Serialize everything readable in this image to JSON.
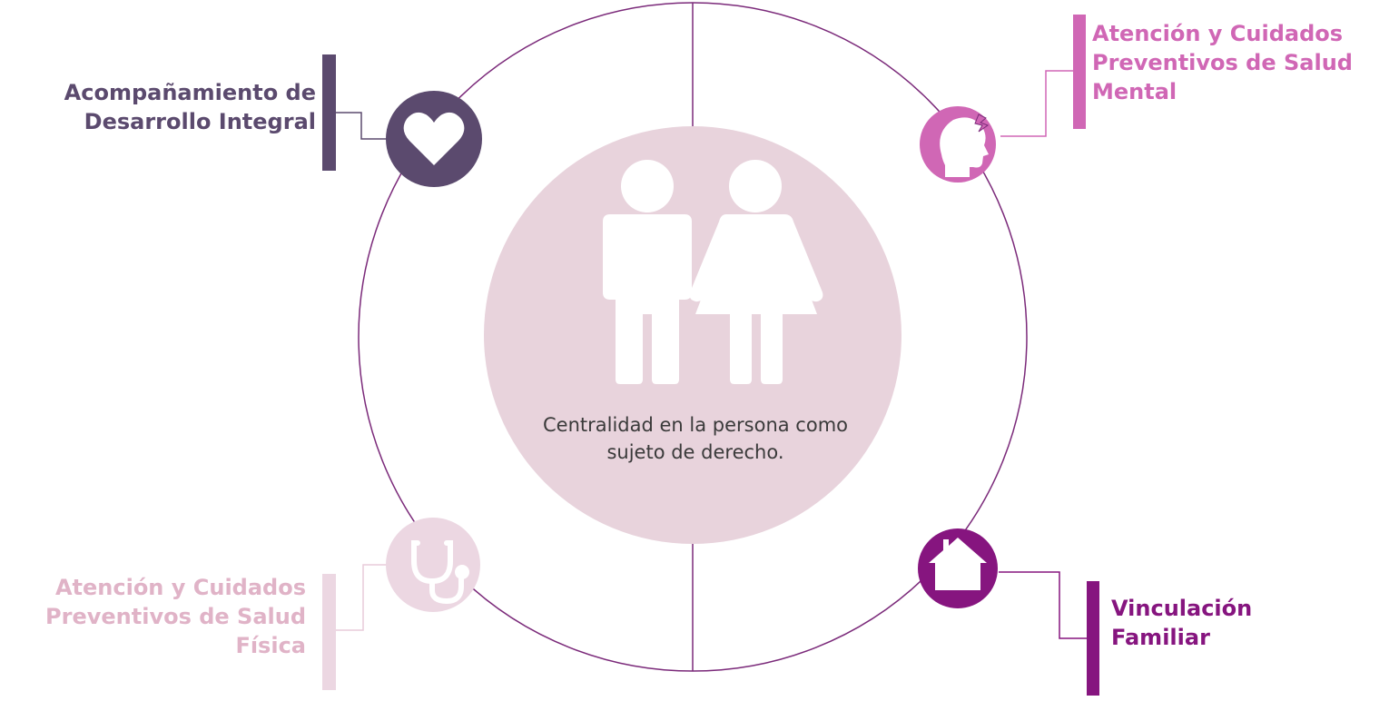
{
  "center": {
    "text": "Centralidad en la persona como sujeto de derecho."
  },
  "nodes": [
    {
      "id": "desarrollo-integral",
      "label": "Acompañamiento de\nDesarrollo Integral",
      "color": "#5b4a6e",
      "icon": "heart-icon"
    },
    {
      "id": "salud-mental",
      "label": "Atención y Cuidados\nPreventivos  de Salud\nMental",
      "color": "#d067b5",
      "icon": "head-lightning-icon"
    },
    {
      "id": "salud-fisica",
      "label": "Atención y Cuidados\nPreventivos de Salud\nFísica",
      "color": "#e8ccda",
      "icon": "stethoscope-icon"
    },
    {
      "id": "vinculacion-familiar",
      "label": "Vinculación\nFamiliar",
      "color": "#86157f",
      "icon": "house-icon"
    }
  ],
  "colors": {
    "ring": "#7b2a7a",
    "center_fill": "#e8d3dc",
    "figures": "#ffffff",
    "label_desarrollo": "#5b4a6e",
    "label_mental": "#d067b5",
    "label_fisica": "#e0b3c7",
    "label_familiar": "#86157f"
  }
}
